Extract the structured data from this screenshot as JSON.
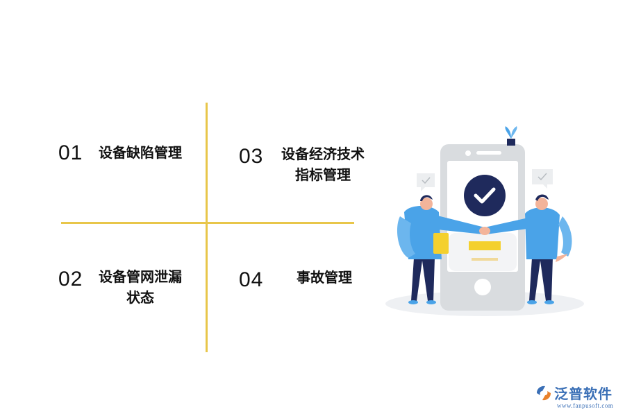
{
  "items": [
    {
      "num": "01",
      "text": "设备缺陷管理"
    },
    {
      "num": "02",
      "text": "设备管网泄漏\n状态"
    },
    {
      "num": "03",
      "text": "设备经济技术\n指标管理"
    },
    {
      "num": "04",
      "text": "事故管理"
    }
  ],
  "colors": {
    "divider": "#e8c64a",
    "accent_blue": "#4aa3e8",
    "navy": "#1f2a5c",
    "yellow": "#f4d02e"
  },
  "illustration": {
    "icons": [
      "phone-illustration",
      "check-circle-icon",
      "plant-icon",
      "chat-bubble-check-icon"
    ]
  },
  "logo": {
    "name": "泛普软件",
    "url": "www.fanpusoft.com"
  }
}
